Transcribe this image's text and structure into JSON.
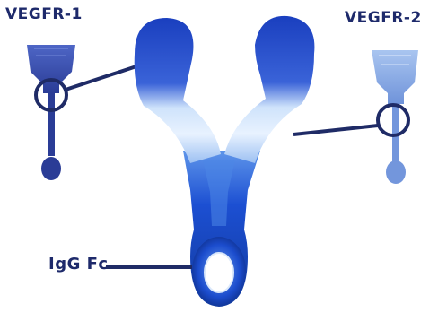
{
  "labels": {
    "vegfr1": "VEGFR-1",
    "vegfr2": "VEGFR-2",
    "igg_fc": "IgG Fc"
  },
  "colors": {
    "label_text": "#1e2a6b",
    "connector": "#1f2b66",
    "vegfr1_dark": "#2d3e9a",
    "vegfr2_light": "#7c9fe0",
    "molecule_deep": "#1746c8",
    "molecule_light": "#cfe3fb"
  }
}
